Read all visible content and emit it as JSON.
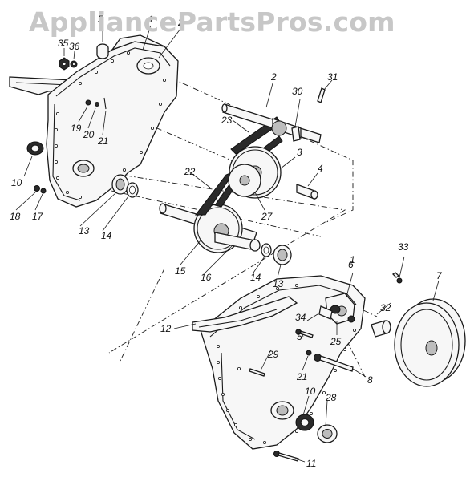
{
  "watermark": "AppliancePartsPros.com",
  "callouts": [
    {
      "id": "c1a",
      "text": "1"
    },
    {
      "id": "c1b",
      "text": "1"
    },
    {
      "id": "c2a",
      "text": "2"
    },
    {
      "id": "c2b",
      "text": "2"
    },
    {
      "id": "c3",
      "text": "3"
    },
    {
      "id": "c4",
      "text": "4"
    },
    {
      "id": "c5a",
      "text": "5"
    },
    {
      "id": "c5b",
      "text": "5"
    },
    {
      "id": "c6",
      "text": "6"
    },
    {
      "id": "c7",
      "text": "7"
    },
    {
      "id": "c8",
      "text": "8"
    },
    {
      "id": "c10a",
      "text": "10"
    },
    {
      "id": "c10b",
      "text": "10"
    },
    {
      "id": "c11",
      "text": "11"
    },
    {
      "id": "c12",
      "text": "12"
    },
    {
      "id": "c13a",
      "text": "13"
    },
    {
      "id": "c13b",
      "text": "13"
    },
    {
      "id": "c14a",
      "text": "14"
    },
    {
      "id": "c14b",
      "text": "14"
    },
    {
      "id": "c15",
      "text": "15"
    },
    {
      "id": "c16",
      "text": "16"
    },
    {
      "id": "c17",
      "text": "17"
    },
    {
      "id": "c18",
      "text": "18"
    },
    {
      "id": "c19",
      "text": "19"
    },
    {
      "id": "c20",
      "text": "20"
    },
    {
      "id": "c21a",
      "text": "21"
    },
    {
      "id": "c21b",
      "text": "21"
    },
    {
      "id": "c22",
      "text": "22"
    },
    {
      "id": "c23",
      "text": "23"
    },
    {
      "id": "c25",
      "text": "25"
    },
    {
      "id": "c27",
      "text": "27"
    },
    {
      "id": "c28",
      "text": "28"
    },
    {
      "id": "c29",
      "text": "29"
    },
    {
      "id": "c30",
      "text": "30"
    },
    {
      "id": "c31",
      "text": "31"
    },
    {
      "id": "c32",
      "text": "32"
    },
    {
      "id": "c33",
      "text": "33"
    },
    {
      "id": "c34",
      "text": "34"
    },
    {
      "id": "c35",
      "text": "35"
    },
    {
      "id": "c36",
      "text": "36"
    }
  ]
}
